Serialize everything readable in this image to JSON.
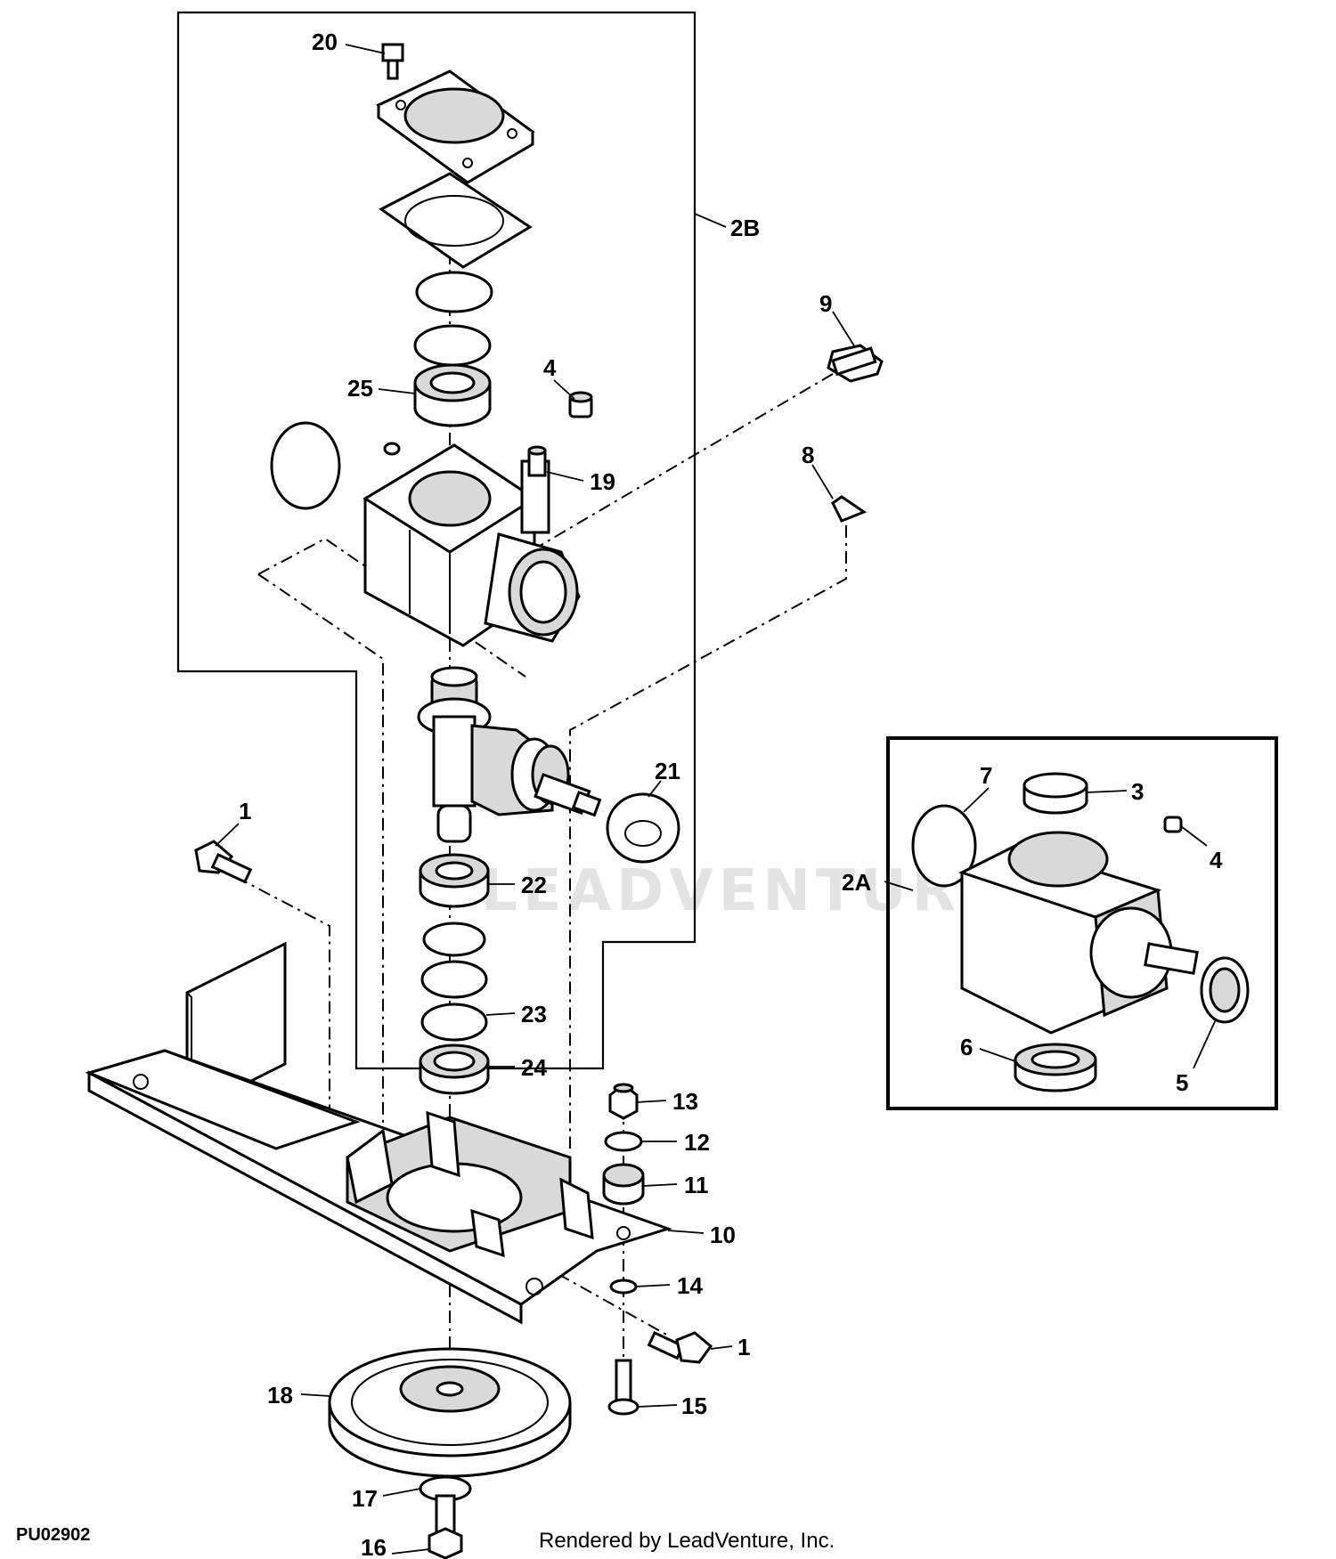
{
  "diagram": {
    "callouts": {
      "c20": "20",
      "c2B": "2B",
      "c9": "9",
      "c25": "25",
      "c4": "4",
      "c19": "19",
      "c8": "8",
      "c21": "21",
      "c1a": "1",
      "c22": "22",
      "c23": "23",
      "c24": "24",
      "c13": "13",
      "c12": "12",
      "c11": "11",
      "c10": "10",
      "c14": "14",
      "c1b": "1",
      "c18": "18",
      "c15": "15",
      "c17": "17",
      "c16": "16",
      "i7": "7",
      "i3": "3",
      "i4": "4",
      "i2A": "2A",
      "i6": "6",
      "i5": "5"
    },
    "figure_code": "PU02902",
    "render_credit": "Rendered by LeadVenture, Inc.",
    "watermark": "LEADVENTURE"
  }
}
